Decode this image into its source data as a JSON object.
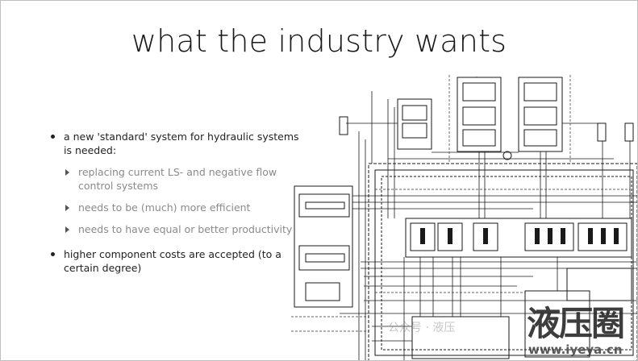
{
  "slide": {
    "title": "what the industry wants",
    "bullets": [
      {
        "text": "a new 'standard' system for hydraulic systems is needed:",
        "sub": [
          {
            "text": "replacing current LS- and negative flow control systems"
          },
          {
            "text": "needs to be (much) more efficient"
          },
          {
            "text": "needs to have equal or better productivity"
          }
        ]
      },
      {
        "text": "higher component costs are accepted (to a certain degree)"
      }
    ]
  },
  "watermark": {
    "text": "公众号 · 液压"
  },
  "logo": {
    "big": "液压圈",
    "url": "www.iyeya.cn"
  }
}
